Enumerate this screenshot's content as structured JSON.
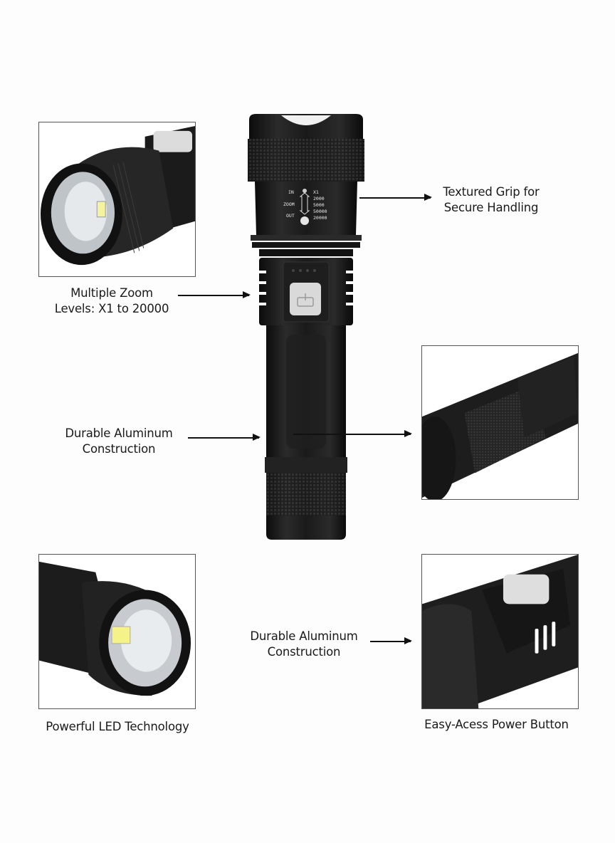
{
  "product": "Zoomable LED flashlight",
  "callouts": {
    "textured_grip": {
      "line1": "Textured Grip for",
      "line2": "Secure Handling"
    },
    "zoom_levels": {
      "line1": "Multiple Zoom",
      "line2": "Levels: X1 to 20000"
    },
    "aluminum_mid": {
      "line1": "Durable Aluminum",
      "line2": "Construction"
    },
    "aluminum_bottom": {
      "line1": "Durable Aluminum",
      "line2": "Construction"
    }
  },
  "captions": {
    "led": "Powerful LED Technology",
    "power_button": "Easy-Acess Power Button"
  },
  "flashlight_markings": {
    "left": [
      "IN",
      "ZOOM",
      "OUT"
    ],
    "right": [
      "X1",
      "2000",
      "5000",
      "50000",
      "20000"
    ]
  },
  "insets": [
    {
      "name": "head-closeup-top-left",
      "alt": "Flashlight head with LED and knurled bezel"
    },
    {
      "name": "grip-closeup-mid-right",
      "alt": "Knurled aluminum body grip"
    },
    {
      "name": "led-closeup-bottom-left",
      "alt": "LED reflector close-up"
    },
    {
      "name": "button-closeup-bottom-right",
      "alt": "Power button close-up"
    }
  ],
  "colors": {
    "background": "#fdfdfd",
    "flashlight_body": "#1b1b1b",
    "button": "#d9d9d9",
    "text": "#1a1a1a",
    "inset_border": "#555555"
  }
}
